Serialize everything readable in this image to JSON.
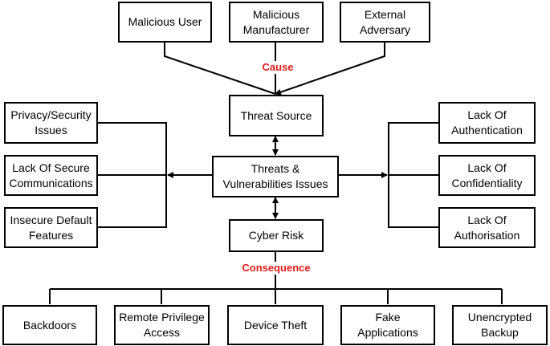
{
  "colors": {
    "line": "#000000",
    "label": "#e41b1b"
  },
  "labels": {
    "cause": "Cause",
    "consequence": "Consequence"
  },
  "sources": [
    "Malicious User",
    "Malicious\nManufacturer",
    "External\nAdversary"
  ],
  "center": {
    "threat_source": "Threat Source",
    "threats": "Threats &\nVulnerabilities Issues",
    "cyber_risk": "Cyber Risk"
  },
  "left_issues": [
    "Privacy/Security\nIssues",
    "Lack Of Secure\nCommunications",
    "Insecure Default\nFeatures"
  ],
  "right_issues": [
    "Lack Of\nAuthentication",
    "Lack Of\nConfidentiality",
    "Lack Of\nAuthorisation"
  ],
  "consequences": [
    "Backdoors",
    "Remote Privilege\nAccess",
    "Device Theft",
    "Fake\nApplications",
    "Unencrypted\nBackup"
  ]
}
